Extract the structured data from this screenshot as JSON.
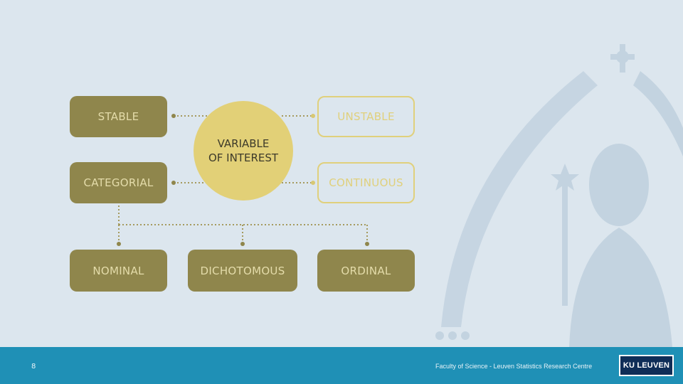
{
  "diagram": {
    "center": {
      "line1": "VARIABLE",
      "line2": "OF INTEREST"
    },
    "stable": "STABLE",
    "unstable": "UNSTABLE",
    "categorial": "CATEGORIAL",
    "continuous": "CONTINUOUS",
    "nominal": "NOMINAL",
    "dichotomous": "DICHOTOMOUS",
    "ordinal": "ORDINAL"
  },
  "footer": {
    "page_number": "8",
    "text": "Faculty of Science - Leuven Statistics Research Centre",
    "logo": "KU LEUVEN"
  },
  "colors": {
    "background": "#dce6ee",
    "filled_box": "#8f864c",
    "outline_box": "#e0d07c",
    "circle": "#e2d077",
    "footer_bar": "#1f90b6",
    "logo_bg": "#0f2d57"
  }
}
